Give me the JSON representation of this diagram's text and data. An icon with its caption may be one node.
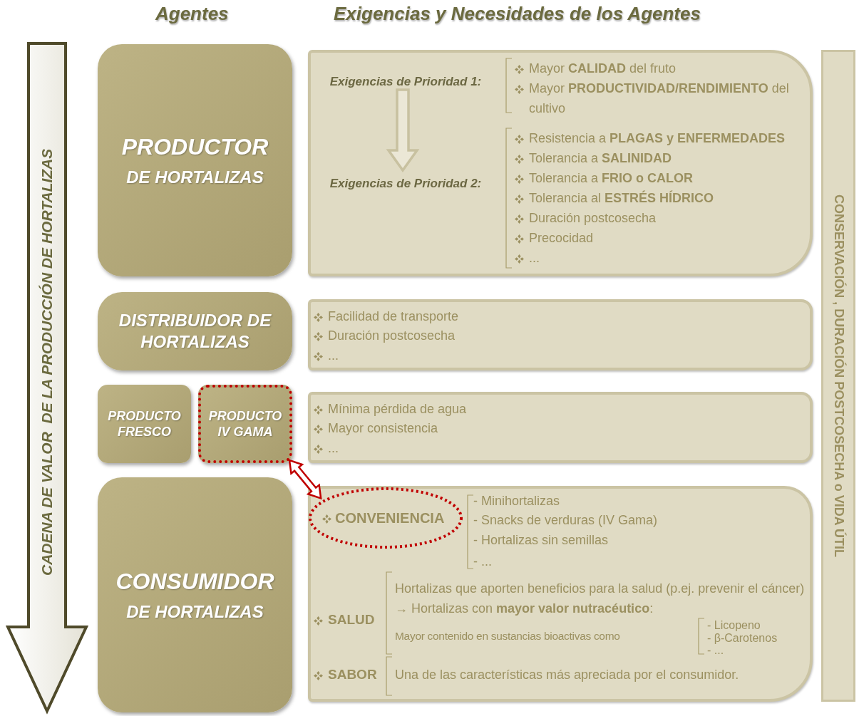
{
  "diagram": {
    "nodes": [
      {
        "text": [
          "PRODUCTOR",
          "DE HORTALIZAS"
        ]
      },
      {
        "text": [
          "DISTRIBUIDOR DE HORTALIZAS"
        ]
      },
      {
        "text": [
          "PRODUCTO FRESCO"
        ]
      },
      {
        "text": [
          "PRODUCTO IV GAMA"
        ]
      },
      {
        "text": [
          "CONSUMIDOR",
          "DE HORTALIZAS"
        ]
      },
      {
        "text": [
          "Mayor **CALIDAD** del fruto",
          "Mayor **PRODUCTIVIDAD/RENDIMIENTO** del cultivo",
          "Resistencia a **PLAGAS y ENFERMEDADES**",
          "Tolerancia a **SALINIDAD**",
          "Tolerancia a **FRIO o CALOR**",
          "Tolerancia al **ESTRÉS HÍDRICO**",
          "Duración postcosecha",
          "Precocidad",
          "..."
        ]
      },
      {
        "text": [
          "Exigencias de Prioridad 1:"
        ],
        "in": 5
      },
      {
        "text": [
          "Exigencias de Prioridad 2:"
        ],
        "in": 5
      },
      {
        "text": [
          "Facilidad de transporte",
          "Duración postcosecha",
          "..."
        ]
      },
      {
        "text": [
          "Mínima pérdida de agua",
          "Mayor consistencia",
          "..."
        ]
      },
      {
        "text": [
          "- Minihortalizas",
          "- Snacks de verduras  (IV Gama)",
          "- Hortalizas sin semillas",
          "- ...",
          "SALUD",
          "Hortalizas que aporten beneficios para la salud (p.ej. prevenir el cáncer) → Hortalizas con **mayor  valor nutracéutico**:",
          "Mayor contenido en sustancias bioactivas como",
          "- Licopeno",
          "- β-Carotenos",
          "- ...",
          "SABOR",
          "Una de las características más apreciada por el consumidor."
        ]
      },
      {
        "text": [
          "CONVENIENCIA"
        ],
        "in": 10
      },
      {
        "text": [
          "CONSERVACIÓN , DURACIÓN POSTCOSECHA o VIDA ÚTIL"
        ]
      },
      {
        "text": [
          "CADENA DE VALOR  DE LA PRODUCCIÓN DE HORTALIZAS"
        ]
      }
    ],
    "edges": [
      {
        "from": 6,
        "to": 7,
        "arrow": "to"
      },
      {
        "from": 3,
        "to": 11,
        "arrow": "both",
        "color": "#c00000"
      }
    ],
    "labels": [
      "Agentes",
      "Exigencias y Necesidades de los Agentes"
    ]
  }
}
